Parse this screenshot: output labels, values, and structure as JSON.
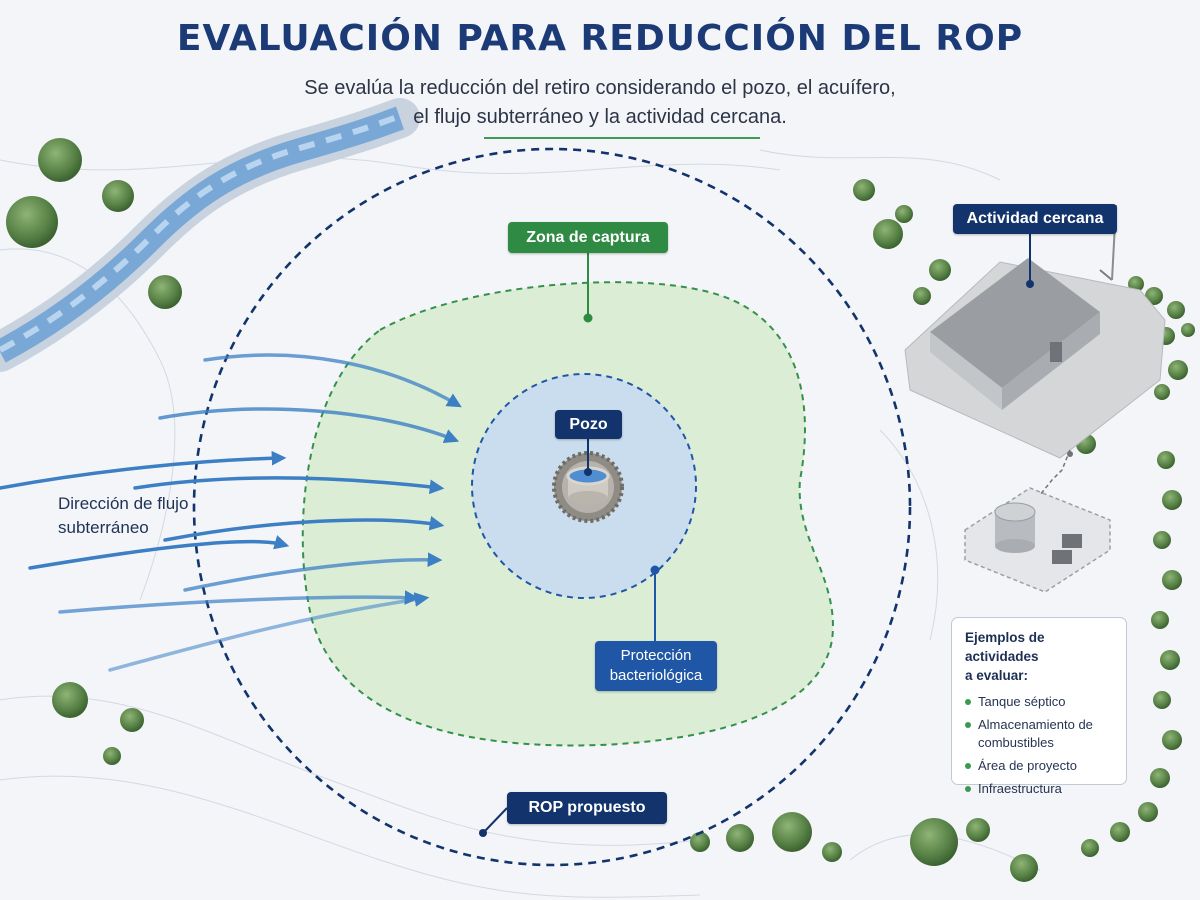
{
  "header": {
    "title": "EVALUACIÓN PARA REDUCCIÓN DEL ROP",
    "subtitle_line1": "Se evalúa la reducción del retiro considerando el pozo, el acuífero,",
    "subtitle_line2": "el flujo subterráneo y la actividad cercana."
  },
  "labels": {
    "capture_zone": "Zona de captura",
    "well": "Pozo",
    "bacterial_protection_line1": "Protección",
    "bacterial_protection_line2": "bacteriológica",
    "proposed_rop": "ROP propuesto",
    "nearby_activity": "Actividad cercana",
    "flow_direction_line1": "Dirección de flujo",
    "flow_direction_line2": "subterráneo"
  },
  "activities_box": {
    "title_line1": "Ejemplos de actividades",
    "title_line2": "a evaluar:",
    "items": [
      {
        "line1": "Tanque séptico",
        "line2": ""
      },
      {
        "line1": "Almacenamiento de",
        "line2": "combustibles"
      },
      {
        "line1": "Área de proyecto",
        "line2": ""
      },
      {
        "line1": "Infraestructura",
        "line2": ""
      }
    ]
  },
  "colors": {
    "navy": "#12336b",
    "green": "#2f8a44",
    "blue_label": "#1f56a6",
    "capture_fill": "#d6ebcf",
    "protection_fill": "#c9dcef",
    "flow_arrow": "#3c7fc4",
    "river": "#6f9fd0"
  },
  "icons": [
    "tree-icon",
    "building-icon",
    "tank-icon",
    "well-icon",
    "river-icon",
    "arrow-icon"
  ]
}
